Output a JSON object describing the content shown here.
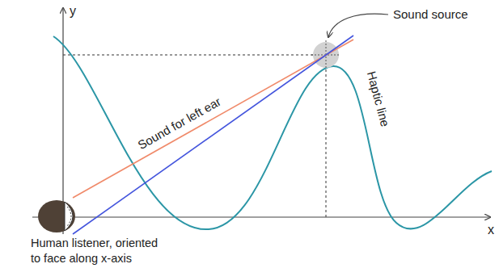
{
  "diagram": {
    "labels": [
      "y",
      "x",
      "Sound source",
      "Sound for left ear",
      "Haptic line",
      "Human listener, oriented to face along x-axis"
    ]
  }
}
